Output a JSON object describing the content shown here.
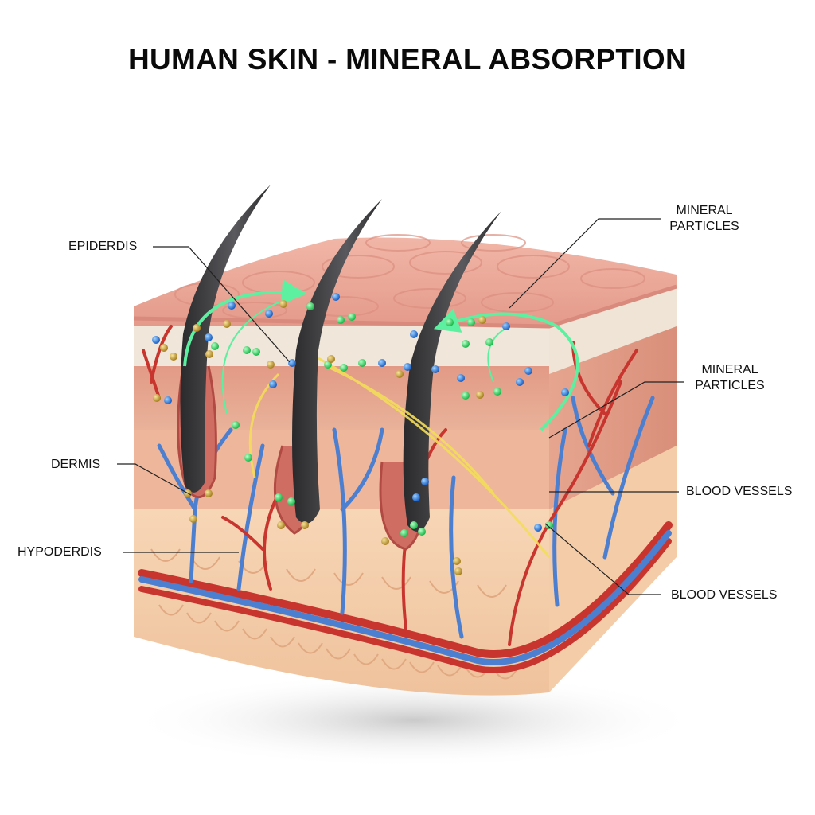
{
  "title": "HUMAN SKIN - MINERAL ABSORPTION",
  "labels": {
    "epidermis": "EPIDERDIS",
    "mineral_particles_top_line1": "MINERAL",
    "mineral_particles_top_line2": "PARTICLES",
    "mineral_particles_mid_line1": "MINERAL",
    "mineral_particles_mid_line2": "PARTICLES",
    "dermis": "DERMIS",
    "hypodermis": "HYPODERDIS",
    "blood_vessels_1": "BLOOD VESSELS",
    "blood_vessels_2": "BLOOD VESSELS"
  },
  "colors": {
    "epidermis_top": "#e9a596",
    "epidermis_edge": "#d98a7c",
    "stratum_white": "#efe6dc",
    "dermis": "#e3a58e",
    "hypodermis_fat": "#f6d2b0",
    "artery": "#c8352f",
    "vein": "#4d7fd0",
    "hair": "#3a3a3c",
    "particle_green": "#3de06a",
    "particle_blue": "#2f86e0",
    "particle_gold": "#c9a233",
    "flow_arrow": "#5cf0a0",
    "flow_yellow": "#f3dd5a"
  }
}
